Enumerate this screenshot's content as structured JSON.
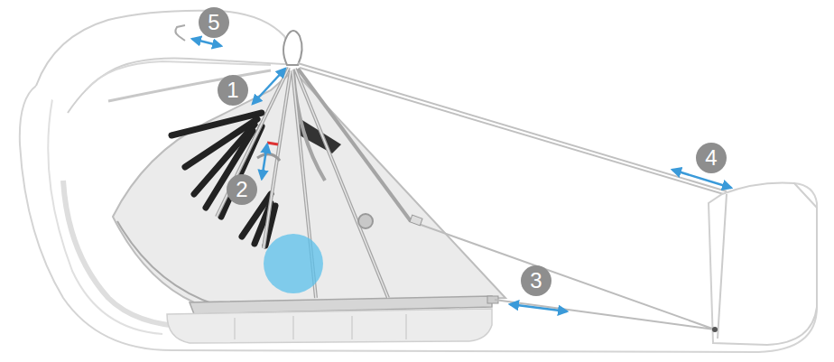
{
  "diagram": {
    "labels": [
      "5",
      "1",
      "4",
      "2",
      "3"
    ]
  }
}
